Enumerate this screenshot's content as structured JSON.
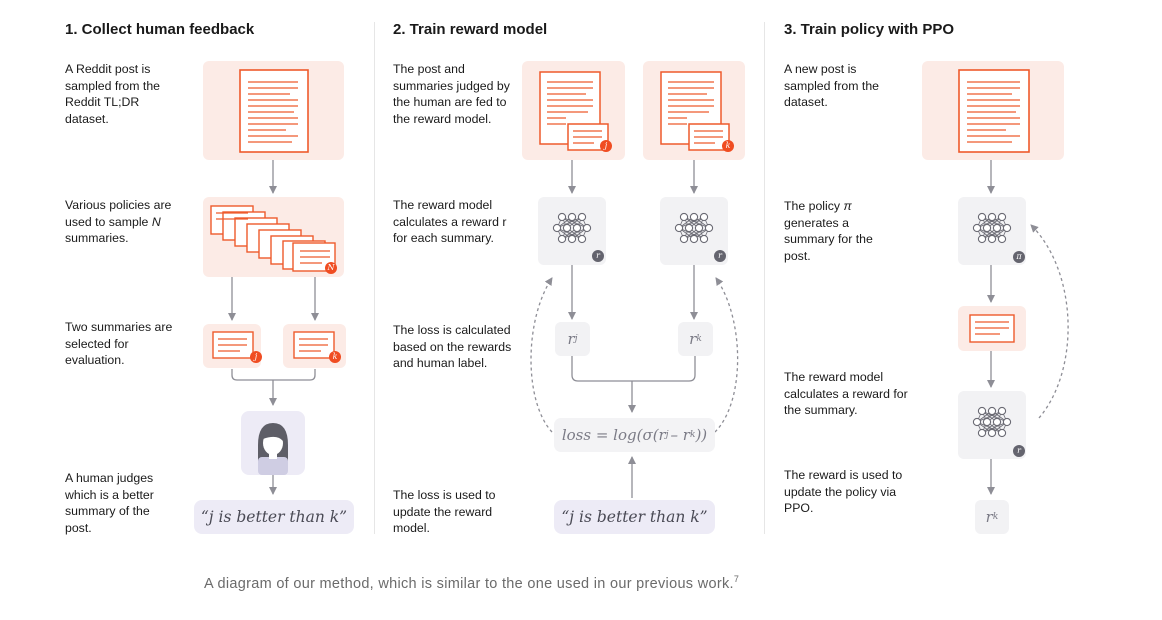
{
  "columns": [
    {
      "heading": "1. Collect human feedback",
      "steps": [
        "A Reddit post is sampled from the Reddit TL;DR dataset.",
        "Various policies are used to sample N summaries.",
        "Two summaries are selected for evaluation.",
        "A human judges which is a better summary of the post."
      ]
    },
    {
      "heading": "2. Train reward model",
      "steps": [
        "The post and summaries judged by the human are fed to the reward model.",
        "The reward model calculates a reward r for each summary.",
        "The loss is calculated based on the rewards and human label.",
        "The loss is used to update the reward model."
      ]
    },
    {
      "heading": "3. Train policy with PPO",
      "steps": [
        "A new post is sampled from the dataset.",
        "The policy π generates a summary for the post.",
        "The reward model calculates a reward for the summary.",
        "The reward is used to update the policy via PPO."
      ]
    }
  ],
  "badges": {
    "n": "N",
    "j": "j",
    "k": "k",
    "r": "r",
    "pi": "π"
  },
  "math": {
    "r": "r",
    "j": "j",
    "k": "k",
    "loss_prefix": "loss = log(σ(r",
    "loss_minus": "– r",
    "loss_suffix": "))"
  },
  "quote": "“j is better than k”",
  "caption": "A diagram of our method, which is similar to the one used in our previous work.",
  "caption_ref": "7",
  "colors": {
    "accent": "#ee5a2c",
    "doc_bg": "#fcebe6",
    "node_bg": "#f2f2f4",
    "quote_bg": "#edebf6",
    "arrow": "#8e8e96"
  }
}
